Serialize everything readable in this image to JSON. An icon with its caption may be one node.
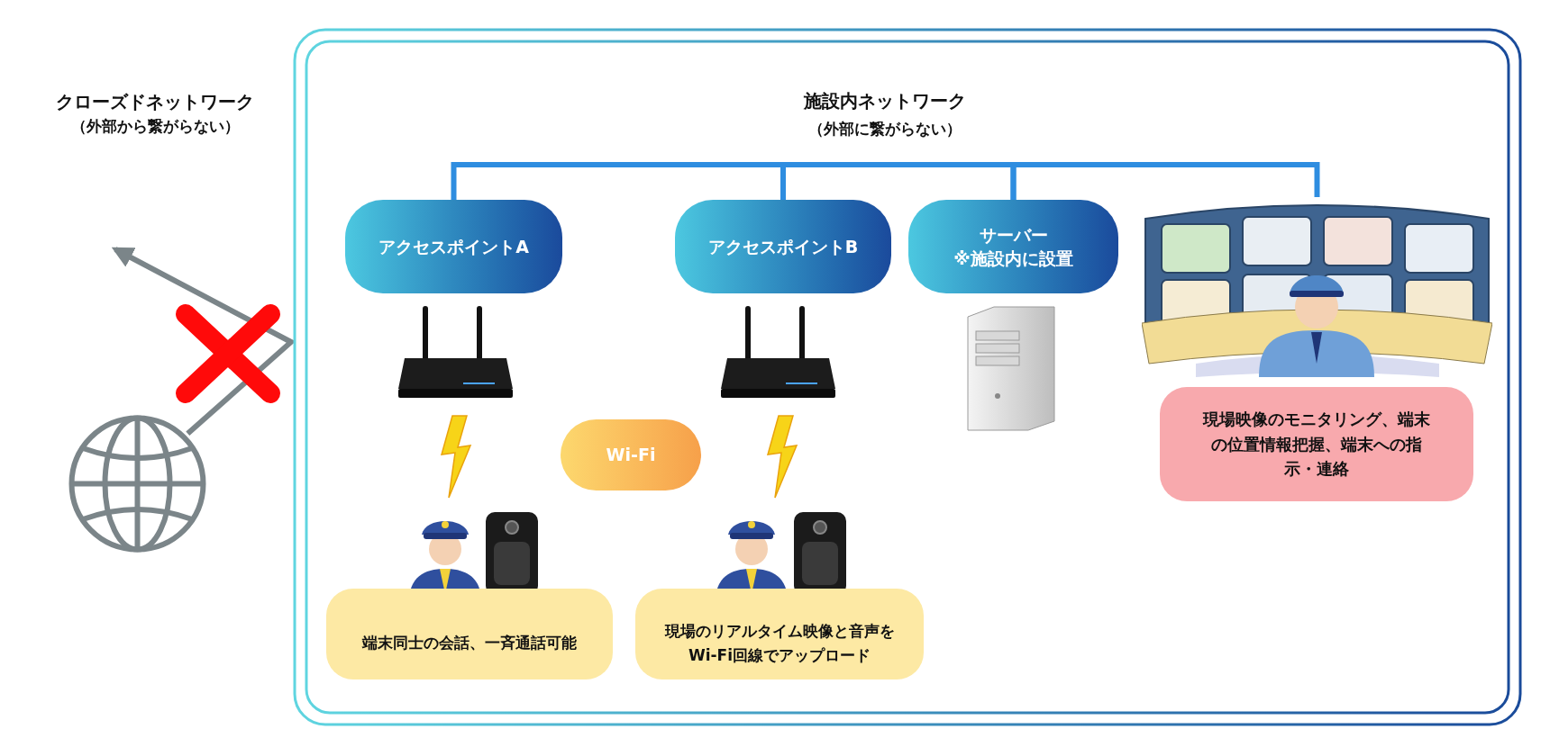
{
  "diagram": {
    "nodes": [
      {
        "text": [
          "施設内ネットワーク",
          "（外部に繋がらない）"
        ]
      },
      {
        "text": [
          "アクセスポイントA"
        ],
        "in": 0
      },
      {
        "text": [
          "アクセスポイントB"
        ],
        "in": 0
      },
      {
        "text": [
          "サーバー",
          "※施設内に設置"
        ],
        "in": 0
      },
      {
        "text": [],
        "shape": "picture",
        "in": 0
      },
      {
        "text": [
          "現場映像のモニタリング、端末の位置情報把握、端末への指示・連絡"
        ],
        "in": 0
      },
      {
        "text": [
          "Wi-Fi"
        ],
        "in": 0
      },
      {
        "text": [
          "端末同士の会話、一斉通話可能"
        ],
        "in": 0
      },
      {
        "text": [
          "現場のリアルタイム映像と音声をWi-Fi回線でアップロード"
        ],
        "in": 0
      },
      {
        "text": [],
        "shape": "picture"
      }
    ],
    "edges": [
      {
        "from": 1,
        "to": 2,
        "arrow": "none"
      },
      {
        "from": 2,
        "to": 3,
        "arrow": "none"
      },
      {
        "from": 3,
        "to": 4,
        "arrow": "none"
      },
      {
        "from": 9,
        "to": null,
        "arrow": "to",
        "color": "#7b8589"
      }
    ],
    "labels": [
      "クローズドネットワーク",
      "（外部から繋がらない）"
    ]
  }
}
